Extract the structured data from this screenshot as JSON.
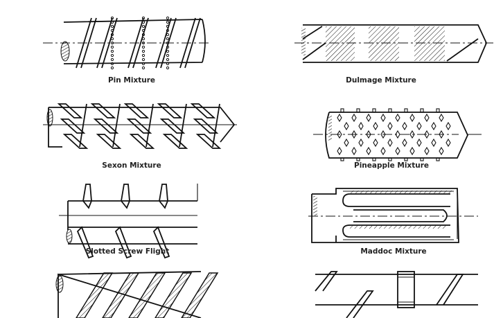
{
  "figures": [
    {
      "label": "Pin Mixture"
    },
    {
      "label": "Dulmage Mixture"
    },
    {
      "label": "Sexon Mixture"
    },
    {
      "label": "Pineapple Mixture"
    },
    {
      "label": "Slotted Screw Flight"
    },
    {
      "label": "Maddoc Mixture"
    },
    {
      "label": ""
    },
    {
      "label": ""
    }
  ]
}
